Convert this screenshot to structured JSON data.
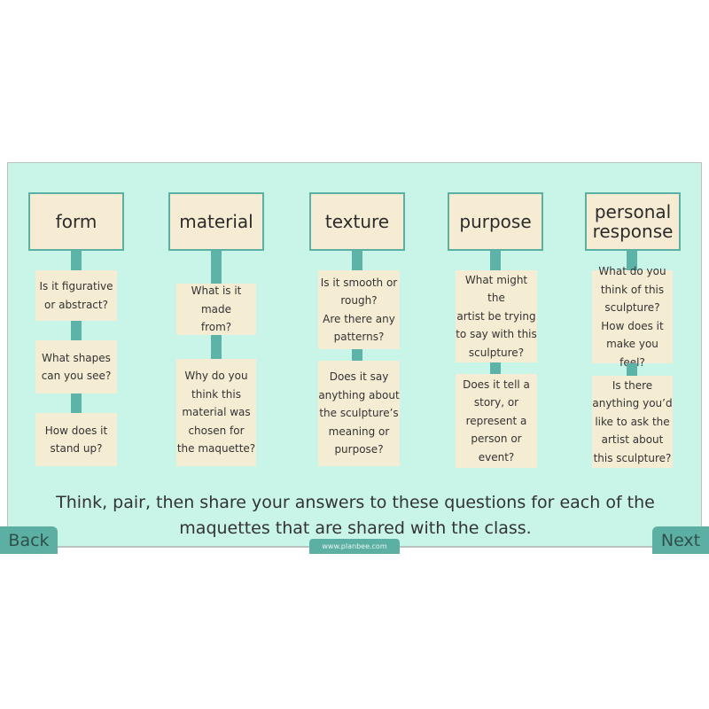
{
  "columns": [
    {
      "title": "form",
      "questions": [
        "Is it figurative\nor abstract?",
        "What shapes\ncan you see?",
        "How does it\nstand up?"
      ]
    },
    {
      "title": "material",
      "questions": [
        "What is it made\nfrom?",
        "Why do you\nthink this\nmaterial was\nchosen for\nthe maquette?"
      ]
    },
    {
      "title": "texture",
      "questions": [
        "Is it smooth or\nrough?\nAre there any\npatterns?",
        "Does it say\nanything about\nthe sculpture’s\nmeaning or\npurpose?"
      ]
    },
    {
      "title": "purpose",
      "questions": [
        "What might the\nartist be trying\nto say with this\nsculpture?",
        "Does it tell a\nstory, or\nrepresent a\nperson or\nevent?"
      ]
    },
    {
      "title": "personal\nresponse",
      "questions": [
        "What do you\nthink of this\nsculpture?\nHow does it\nmake you feel?",
        "Is there\nanything you’d\nlike to ask the\nartist about\nthis sculpture?"
      ]
    }
  ],
  "instruction": "Think, pair, then share your answers to these questions for each of the\nmaquettes that are shared with the class.",
  "nav": {
    "back_label": "Back",
    "next_label": "Next"
  },
  "footer": {
    "url": "www.planbee.com"
  },
  "colors": {
    "background": "#c9f4e8",
    "card": "#f5ecd4",
    "accent": "#5cb0a3"
  }
}
